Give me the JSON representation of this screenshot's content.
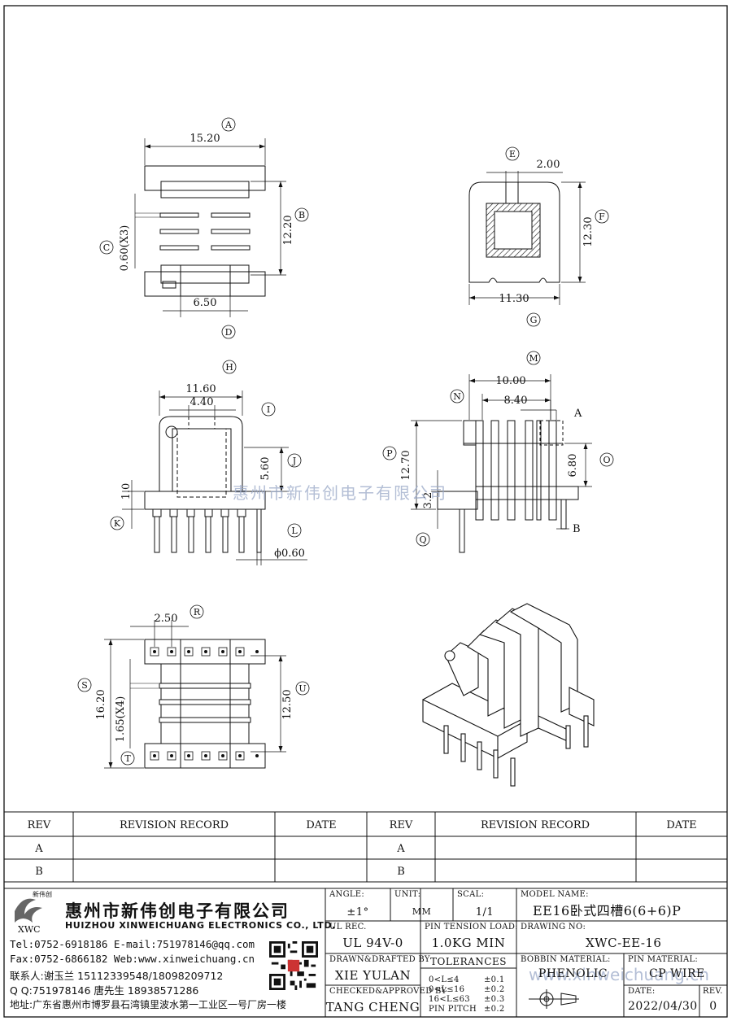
{
  "drawing": {
    "top_view": {
      "label_a": "A",
      "label_b": "B",
      "label_c": "C",
      "label_d": "D",
      "dim_a": "15.20",
      "dim_b": "12.20",
      "dim_c": "0.60(X3)",
      "dim_d": "6.50"
    },
    "section_view": {
      "label_e": "E",
      "label_f": "F",
      "label_g": "G",
      "dim_e": "2.00",
      "dim_f": "12.30",
      "dim_g": "11.30"
    },
    "front_view": {
      "label_h": "H",
      "label_i": "I",
      "label_j": "J",
      "label_k": "K",
      "label_l": "L",
      "dim_h": "11.60",
      "dim_i": "4.40",
      "dim_j": "5.60",
      "dim_k": "1.0",
      "dim_l": "ϕ0.60"
    },
    "side_view": {
      "label_m": "M",
      "label_n": "N",
      "label_o": "O",
      "label_p": "P",
      "label_q": "Q",
      "dim_m": "10.00",
      "dim_n": "8.40",
      "dim_o": "6.80",
      "dim_p": "12.70",
      "dim_q": "3.2",
      "mark_a": "A",
      "mark_b": "B"
    },
    "bottom_view": {
      "label_r": "R",
      "label_s": "S",
      "label_t": "T",
      "label_u": "U",
      "dim_r": "2.50",
      "dim_s": "16.20",
      "dim_t": "1.65(X4)",
      "dim_u": "12.50"
    }
  },
  "watermarks": {
    "center": "惠州市新伟创电子有限公司",
    "footer": "www.xinweichuang.cn"
  },
  "revision_table": {
    "headers": [
      "REV",
      "REVISION RECORD",
      "DATE",
      "REV",
      "REVISION RECORD",
      "DATE"
    ],
    "rows": [
      [
        "A",
        "",
        "",
        "A",
        "",
        ""
      ],
      [
        "B",
        "",
        "",
        "B",
        "",
        ""
      ]
    ]
  },
  "company": {
    "logo_text": "XWC",
    "logo_cn": "新伟创",
    "name_cn": "惠州市新伟创电子有限公司",
    "name_en": "HUIZHOU XINWEICHUANG ELECTRONICS CO., LTD.",
    "tel_line": "Tel:0752-6918186 E-mail:751978146@qq.com",
    "fax_line": "Fax:0752-6866182 Web:www.xinweichuang.cn",
    "contact_line": "联系人:谢玉兰 15112339548/18098209712",
    "qq_line": "Q Q:751978146   唐先生 18938571286",
    "address_line": "地址:广东省惠州市博罗县石湾镇里波水第一工业区一号厂房一楼"
  },
  "title_block": {
    "angle_label": "ANGLE:",
    "angle_value": "±1°",
    "unit_label": "UNIT:",
    "unit_value": "MM",
    "scale_label": "SCAL:",
    "scale_value": "1/1",
    "model_label": "MODEL NAME:",
    "model_value": "EE16卧式四槽6(6+6)P",
    "ul_label": "UL REC.",
    "ul_value": "UL 94V-0",
    "pin_tension_label": "PIN TENSION LOAD:",
    "pin_tension_value": "1.0KG MIN",
    "drawing_no_label": "DRAWING NO:",
    "drawing_no_value": "XWC-EE-16",
    "drawn_label": "DRAWN&DRAFTED BY",
    "drawn_value": "XIE YULAN",
    "tolerances_label": "TOLERANCES",
    "tol_rows": [
      [
        "0<L≤4",
        "±0.1"
      ],
      [
        "0<L≤16",
        "±0.2"
      ],
      [
        "16<L≤63",
        "±0.3"
      ],
      [
        "PIN PITCH",
        "±0.2"
      ]
    ],
    "bobbin_label": "BOBBIN MATERIAL:",
    "bobbin_value": "PHENOLIC",
    "pin_material_label": "PIN MATERIAL:",
    "pin_material_value": "CP WIRE",
    "checked_label": "CHECKED&APPROVED BY",
    "checked_value": "TANG CHENG",
    "date_label": "DATE:",
    "date_value": "2022/04/30",
    "rev_label": "REV.",
    "rev_value": "0"
  }
}
